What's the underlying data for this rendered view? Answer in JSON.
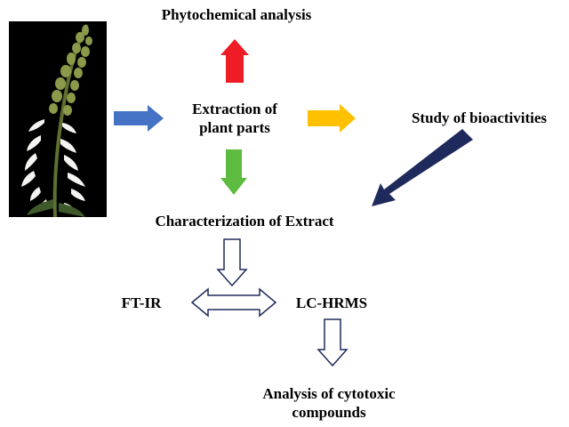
{
  "nodes": {
    "phytochemical": "Phytochemical analysis",
    "extraction_line1": "Extraction of",
    "extraction_line2": "plant parts",
    "bioactivities": "Study of bioactivities",
    "characterization": "Characterization of Extract",
    "ftir": "FT-IR",
    "lchrms": "LC-HRMS",
    "cytotoxic_line1": "Analysis of cytotoxic",
    "cytotoxic_line2": "compounds"
  },
  "colors": {
    "blue_arrow": "#4472c4",
    "red_arrow": "#ee1c24",
    "orange_arrow": "#ffc000",
    "green_arrow": "#5dbb3f",
    "navy_arrow": "#1f2a5c",
    "outline_arrow": "#1f2a5c",
    "photo_background": "#000000",
    "plant_stem": "#6b7d3a",
    "flower": "#f4f4f0"
  },
  "icons": {
    "photo": "plant-flower-spike-photo"
  }
}
